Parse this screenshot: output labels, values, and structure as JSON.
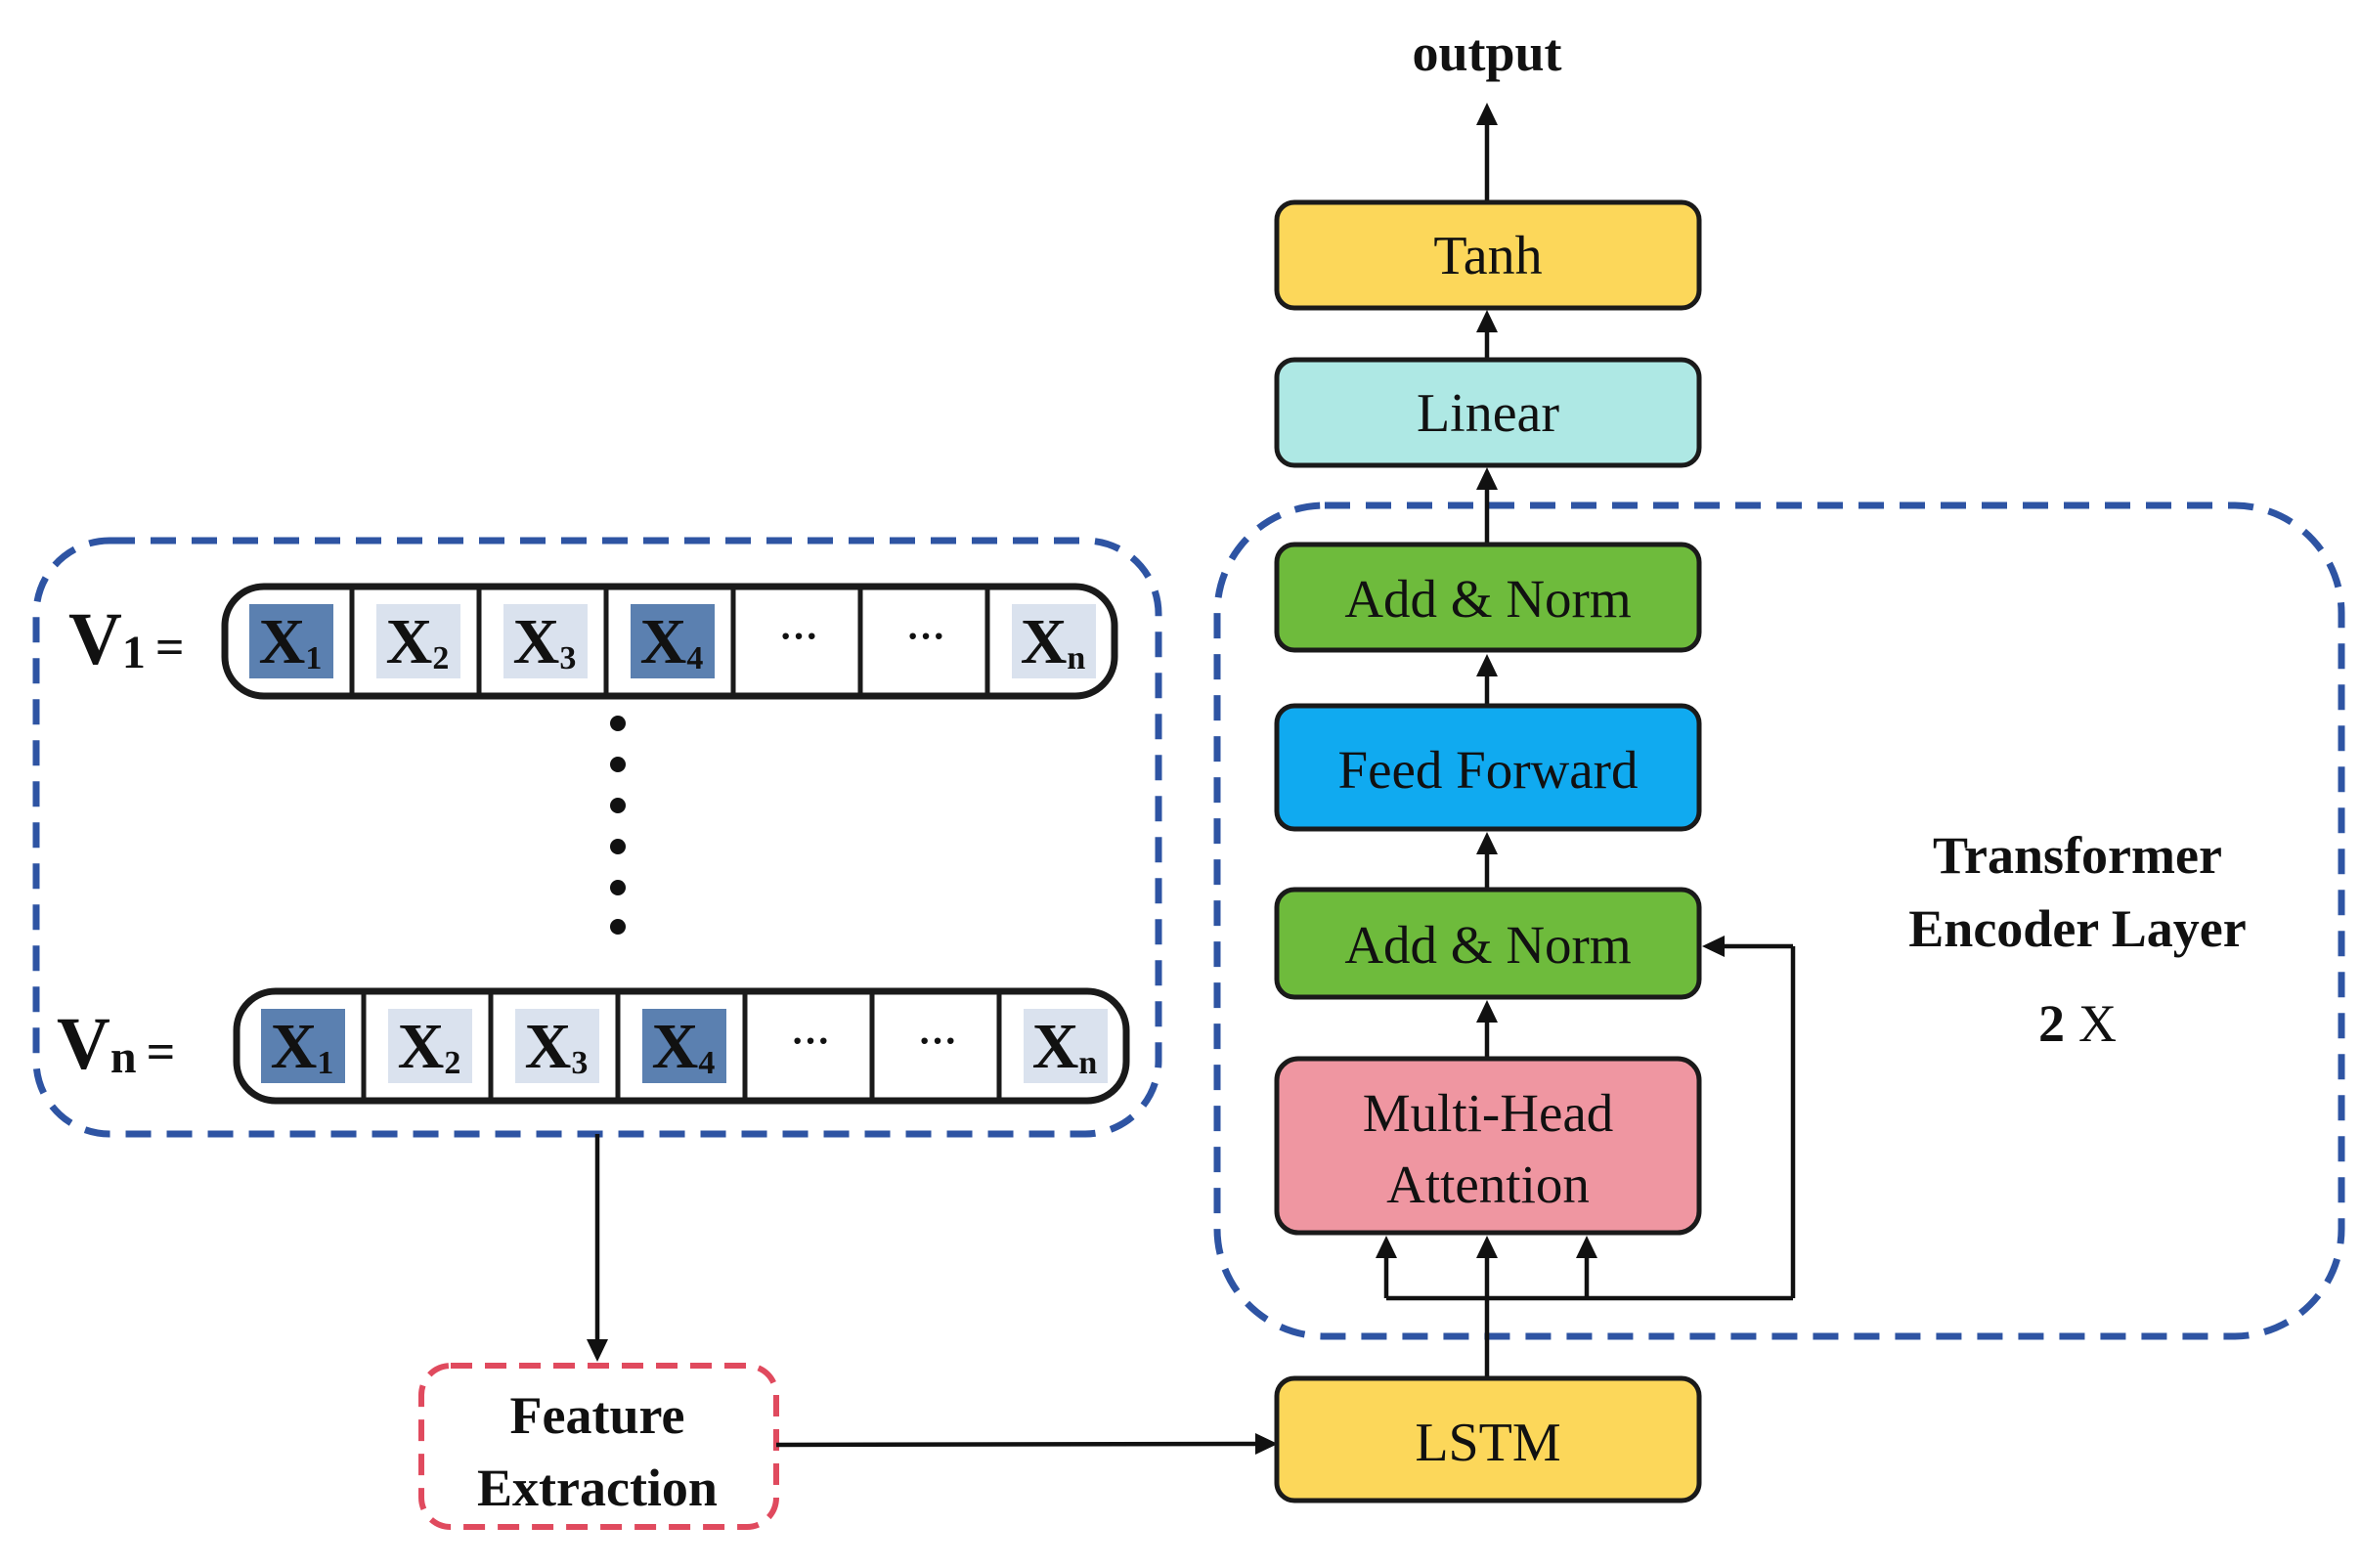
{
  "diagram": {
    "output_label": "output",
    "blocks": {
      "tanh": "Tanh",
      "linear": "Linear",
      "add_norm_top": "Add & Norm",
      "feed_forward": "Feed Forward",
      "add_norm_bottom": "Add & Norm",
      "mha_line1": "Multi-Head",
      "mha_line2": "Attention",
      "lstm": "LSTM"
    },
    "feature_extraction": {
      "line1": "Feature",
      "line2": "Extraction"
    },
    "encoder_label": {
      "line1": "Transformer",
      "line2": "Encoder Layer",
      "repeat_num": "2",
      "repeat_x": "X"
    },
    "colors": {
      "yellow": "#fcd75a",
      "cyan": "#aee8e4",
      "green": "#6ebb3c",
      "blue": "#10aaf0",
      "pink": "#ef96a1",
      "cell_dark": "#5b80b0",
      "cell_light": "#dae2ee",
      "blue_dash": "#2e54a3",
      "red_dash": "#e04a5e"
    },
    "vectors": [
      {
        "letter": "V",
        "sub": "1",
        "eq": "=",
        "cells": [
          {
            "base": "X",
            "sub": "1",
            "shade": "dark"
          },
          {
            "base": "X",
            "sub": "2",
            "shade": "light"
          },
          {
            "base": "X",
            "sub": "3",
            "shade": "light"
          },
          {
            "base": "X",
            "sub": "4",
            "shade": "dark"
          },
          {
            "base": "···",
            "sub": "",
            "shade": "none"
          },
          {
            "base": "···",
            "sub": "",
            "shade": "none"
          },
          {
            "base": "X",
            "sub": "n",
            "shade": "light"
          }
        ]
      },
      {
        "letter": "V",
        "sub": "n",
        "eq": "=",
        "cells": [
          {
            "base": "X",
            "sub": "1",
            "shade": "dark"
          },
          {
            "base": "X",
            "sub": "2",
            "shade": "light"
          },
          {
            "base": "X",
            "sub": "3",
            "shade": "light"
          },
          {
            "base": "X",
            "sub": "4",
            "shade": "dark"
          },
          {
            "base": "···",
            "sub": "",
            "shade": "none"
          },
          {
            "base": "···",
            "sub": "",
            "shade": "none"
          },
          {
            "base": "X",
            "sub": "n",
            "shade": "light"
          }
        ]
      }
    ]
  }
}
